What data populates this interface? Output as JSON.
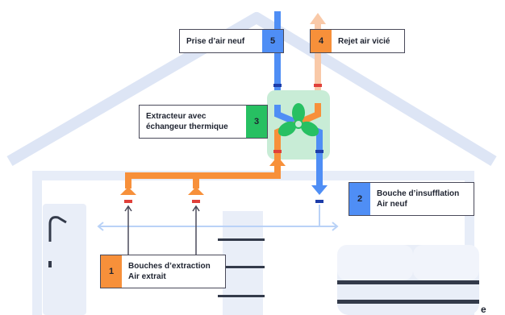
{
  "colors": {
    "blue": "#4f8ef5",
    "blue_dark": "#1d3ca8",
    "orange": "#f7903a",
    "orange_light": "#f9c9a8",
    "red": "#e0403a",
    "green": "#27c062",
    "green_bg": "#c8ecd6",
    "house_line": "#dde5f5",
    "dim_blue": "#b9d2f7",
    "border": "#4a4a5a"
  },
  "labels": {
    "fresh_intake": {
      "number": "5",
      "text": "Prise d’air neuf",
      "color": "blue",
      "icon": "blue-number-badge"
    },
    "exhaust": {
      "number": "4",
      "text": "Rejet air vicié",
      "color": "orange",
      "icon": "orange-number-badge"
    },
    "extractor": {
      "number": "3",
      "line1": "Extracteur avec",
      "line2": "échangeur thermique",
      "color": "green",
      "icon": "green-number-badge"
    },
    "insufflation": {
      "number": "2",
      "line1": "Bouche d’insufflation",
      "line2": "Air neuf",
      "color": "blue",
      "icon": "blue-number-badge"
    },
    "extraction": {
      "number": "1",
      "line1": "Bouches d’extraction",
      "line2": "Air extrait",
      "color": "orange",
      "icon": "orange-number-badge"
    }
  },
  "corner_text": "e"
}
